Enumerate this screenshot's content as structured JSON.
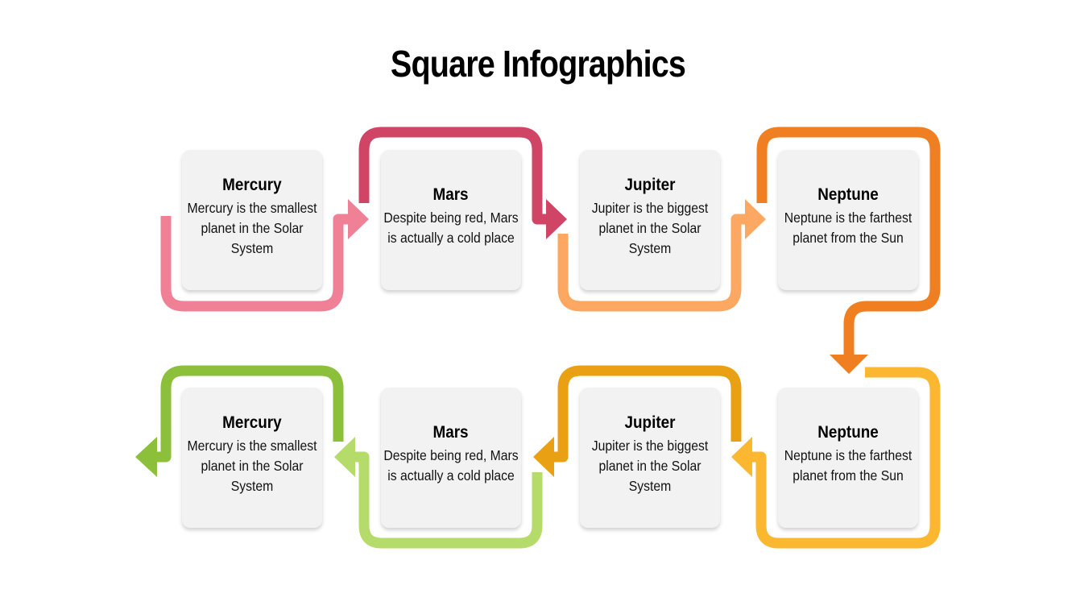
{
  "title": "Square Infographics",
  "colors": {
    "pink": "#F08096",
    "crimson": "#D04565",
    "light_orange": "#FDA862",
    "orange": "#F07F22",
    "golden": "#FBB72F",
    "amber": "#E9A012",
    "light_green": "#B5DB6A",
    "green": "#8DC03A",
    "card_bg": "#F2F2F2"
  },
  "rows": [
    {
      "direction": "left-to-right",
      "cards": [
        {
          "title": "Mercury",
          "description": "Mercury is the smallest planet in the Solar System",
          "connector_color": "#F08096"
        },
        {
          "title": "Mars",
          "description": "Despite being red, Mars is actually a cold place",
          "connector_color": "#D04565"
        },
        {
          "title": "Jupiter",
          "description": "Jupiter is the biggest planet in the Solar System",
          "connector_color": "#FDA862"
        },
        {
          "title": "Neptune",
          "description": "Neptune is the farthest planet from the Sun",
          "connector_color": "#F07F22"
        }
      ]
    },
    {
      "direction": "right-to-left",
      "cards": [
        {
          "title": "Mercury",
          "description": "Mercury is the smallest planet in the Solar System",
          "connector_color": "#8DC03A"
        },
        {
          "title": "Mars",
          "description": "Despite being red, Mars is actually a cold place",
          "connector_color": "#B5DB6A"
        },
        {
          "title": "Jupiter",
          "description": "Jupiter is the biggest planet in the Solar System",
          "connector_color": "#E9A012"
        },
        {
          "title": "Neptune",
          "description": "Neptune is the farthest planet from the Sun",
          "connector_color": "#FBB72F"
        }
      ]
    }
  ]
}
